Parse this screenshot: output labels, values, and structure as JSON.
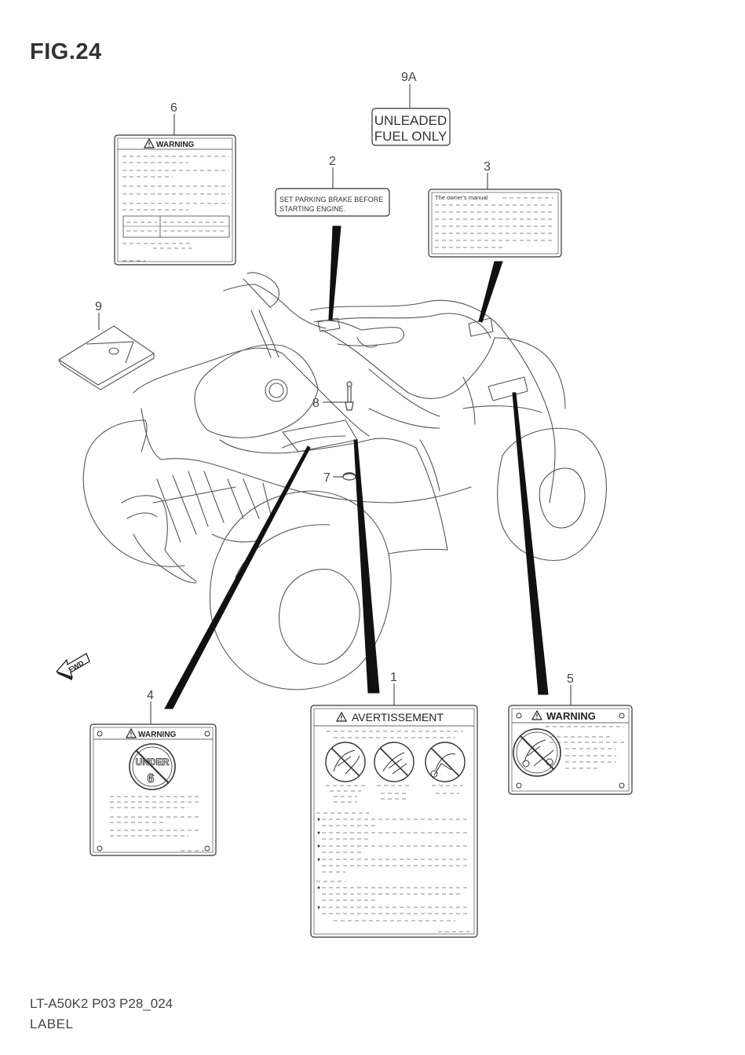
{
  "figure": {
    "title": "FIG.24",
    "code": "LT-A50K2 P03 P28_024",
    "caption": "LABEL"
  },
  "callouts": [
    "9A",
    "6",
    "2",
    "3",
    "9",
    "8",
    "7",
    "4",
    "1",
    "5"
  ],
  "labels": {
    "fuel": {
      "line1": "UNLEADED",
      "line2": "FUEL ONLY"
    },
    "parking": {
      "line1": "SET PARKING BRAKE BEFORE",
      "line2": "STARTING ENGINE."
    },
    "manual": {
      "heading": "The owner's manual"
    },
    "warning6": {
      "heading": "WARNING"
    },
    "warning4": {
      "heading": "WARNING",
      "badge": "UNDER",
      "badge_number": "6"
    },
    "avertissement": {
      "heading": "AVERTISSEMENT"
    },
    "warning5": {
      "heading": "WARNING"
    }
  },
  "fwd_arrow": "FWD",
  "colors": {
    "line": "#333333",
    "leader": "#111111",
    "light_line": "#555555"
  }
}
